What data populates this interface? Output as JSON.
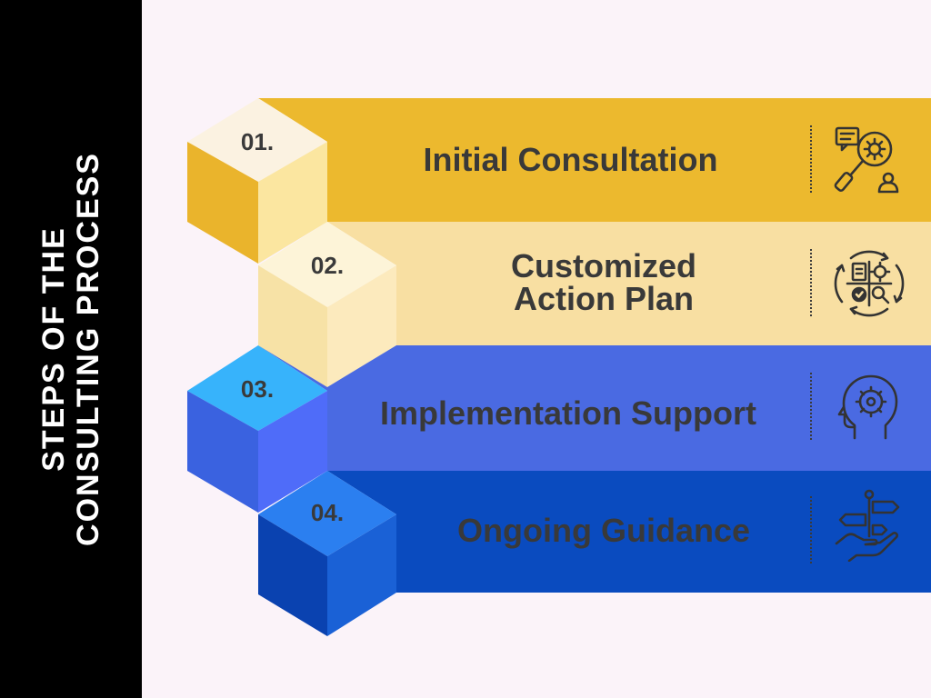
{
  "title": "STEPS OF THE\nCONSULTING PROCESS",
  "steps": [
    {
      "number": "01.",
      "label": "Initial Consultation",
      "icon": "consultation-search-gear-icon"
    },
    {
      "number": "02.",
      "label": "Customized\nAction Plan",
      "icon": "action-plan-cycle-icon"
    },
    {
      "number": "03.",
      "label": "Implementation Support",
      "icon": "head-gear-icon"
    },
    {
      "number": "04.",
      "label": "Ongoing Guidance",
      "icon": "hand-signpost-icon"
    }
  ],
  "colors": {
    "sidebar": "#000000",
    "background": "#fbf3f9",
    "band1": "#ecb92e",
    "band2": "#f8dfa2",
    "band3": "#4a6ae2",
    "band4": "#0a4bbf",
    "text": "#393939"
  }
}
